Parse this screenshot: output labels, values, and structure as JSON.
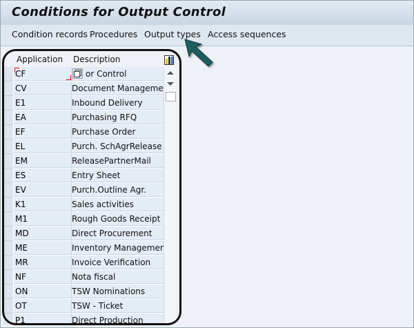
{
  "title": "Conditions for Output Control",
  "menu": [
    "Condition records",
    "Procedures",
    "Output types",
    "Access sequences"
  ],
  "table": {
    "columns": [
      "Application",
      "Description"
    ],
    "rows": [
      {
        "app": "CF",
        "desc": "or Control"
      },
      {
        "app": "CV",
        "desc": "Document Management"
      },
      {
        "app": "E1",
        "desc": "Inbound Delivery"
      },
      {
        "app": "EA",
        "desc": "Purchasing RFQ"
      },
      {
        "app": "EF",
        "desc": "Purchase Order"
      },
      {
        "app": "EL",
        "desc": "Purch. SchAgrRelease"
      },
      {
        "app": "EM",
        "desc": "ReleasePartnerMail"
      },
      {
        "app": "ES",
        "desc": "Entry Sheet"
      },
      {
        "app": "EV",
        "desc": "Purch.Outline Agr."
      },
      {
        "app": "K1",
        "desc": "Sales activities"
      },
      {
        "app": "M1",
        "desc": "Rough Goods Receipt"
      },
      {
        "app": "MD",
        "desc": "Direct Procurement"
      },
      {
        "app": "ME",
        "desc": "Inventory Management"
      },
      {
        "app": "MR",
        "desc": "Invoice Verification"
      },
      {
        "app": "NF",
        "desc": "Nota fiscal"
      },
      {
        "app": "ON",
        "desc": "TSW Nominations"
      },
      {
        "app": "OT",
        "desc": "TSW - Ticket"
      },
      {
        "app": "P1",
        "desc": "Direct Production"
      }
    ]
  },
  "arrow_color": "#1f5e5e"
}
